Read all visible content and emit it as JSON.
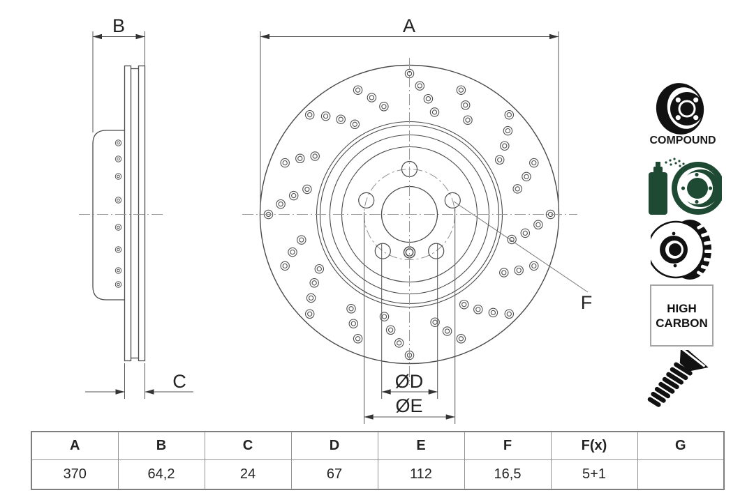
{
  "drawing": {
    "labels": {
      "a": "A",
      "b": "B",
      "c": "C",
      "d": "ØD",
      "e": "ØE",
      "f": "F"
    }
  },
  "icons": {
    "compound": {
      "name": "compound-two-piece-disc-icon",
      "label": "COMPOUND",
      "color": "#111111"
    },
    "spray": {
      "name": "spray-can-coated-disc-icon",
      "color": "#1e4a33"
    },
    "vented": {
      "name": "vented-brake-disc-icon",
      "color": "#111111"
    },
    "high_carbon": {
      "name": "high-carbon-badge",
      "line1": "HIGH",
      "line2": "CARBON"
    },
    "screw": {
      "name": "countersunk-locating-screw-icon",
      "color": "#111111"
    }
  },
  "table": {
    "headers": [
      "A",
      "B",
      "C",
      "D",
      "E",
      "F",
      "F(x)",
      "G"
    ],
    "values": [
      "370",
      "64,2",
      "24",
      "67",
      "112",
      "16,5",
      "5+1",
      ""
    ]
  }
}
